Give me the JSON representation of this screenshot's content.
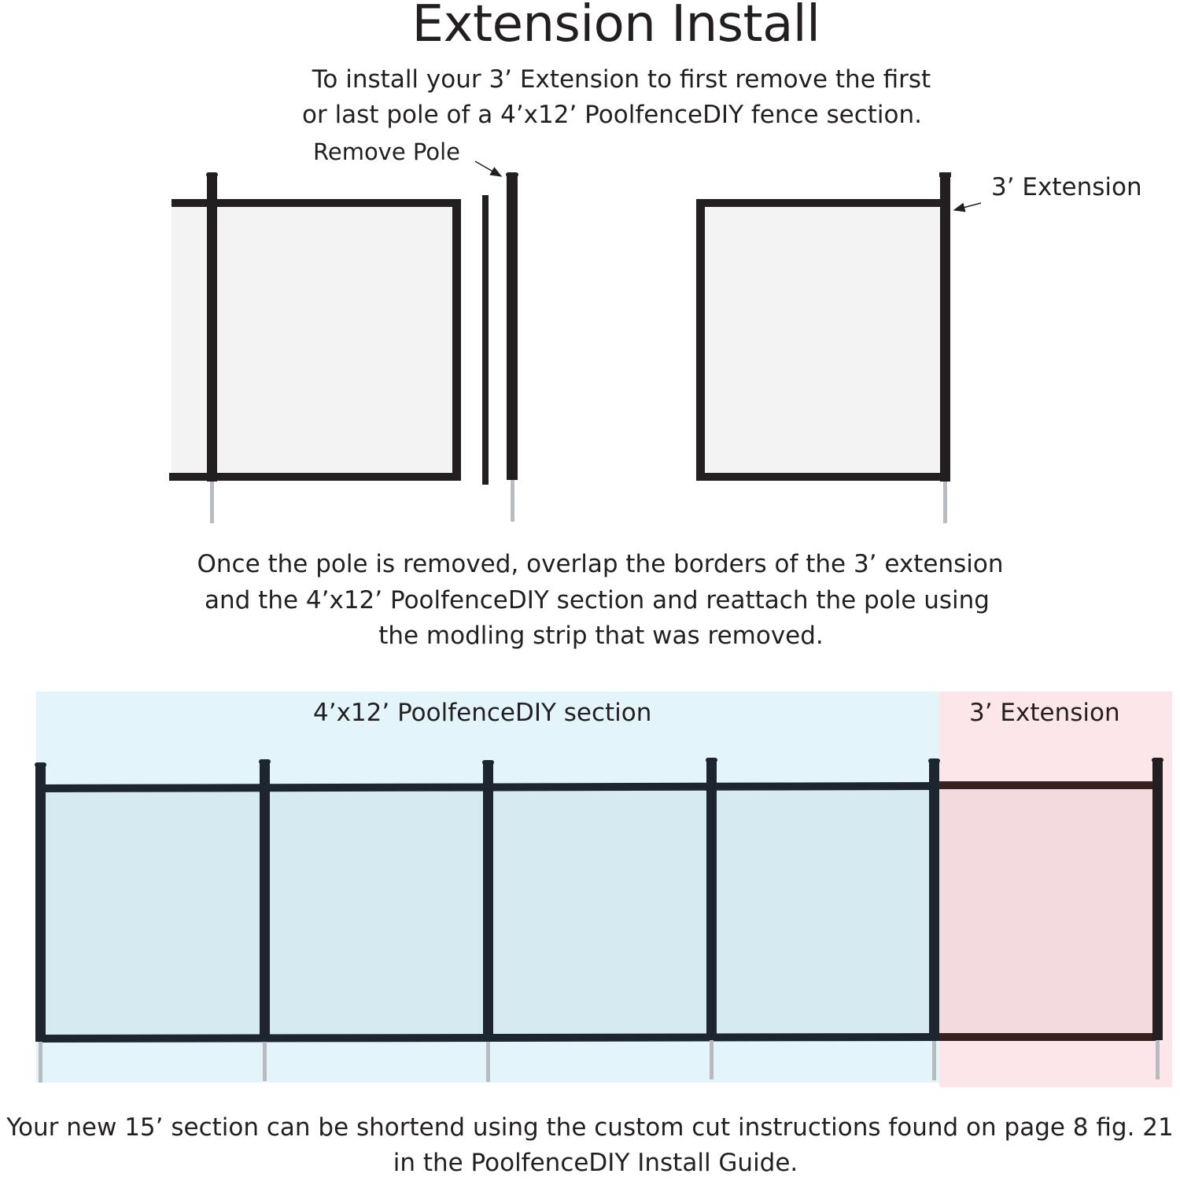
{
  "title": "Extension Install",
  "intro": {
    "line1": "To install your 3’ Extension to first remove the first",
    "line2": "or last pole of a 4’x12’  PoolfenceDIY fence section."
  },
  "top_diagram": {
    "remove_pole_label": "Remove Pole",
    "extension_label": "3’ Extension"
  },
  "step": {
    "line1": "Once the pole is removed, overlap the borders of the 3’ extension",
    "line2": "and the 4’x12’ PoolfenceDIY section and reattach the pole using",
    "line3": "the modling strip that was removed."
  },
  "bottom_diagram": {
    "section_label": "4’x12’ PoolfenceDIY section",
    "extension_label": "3’ Extension"
  },
  "footer": {
    "line1": "Your new 15’ section can be shortend using the custom cut instructions found on page 8 fig. 21",
    "line2": "in the PoolfenceDIY Install Guide."
  },
  "colors": {
    "frame": "#231f20",
    "pole_dark": "#1c2530",
    "mesh_light": "#f3f3f3",
    "section_bg": "#e3f5fb",
    "section_mesh": "#d6ebf1",
    "extension_bg": "#fde6ea",
    "extension_mesh": "#f2dade",
    "extension_frame": "#3a1f1f",
    "spike": "#b8bcc0"
  }
}
